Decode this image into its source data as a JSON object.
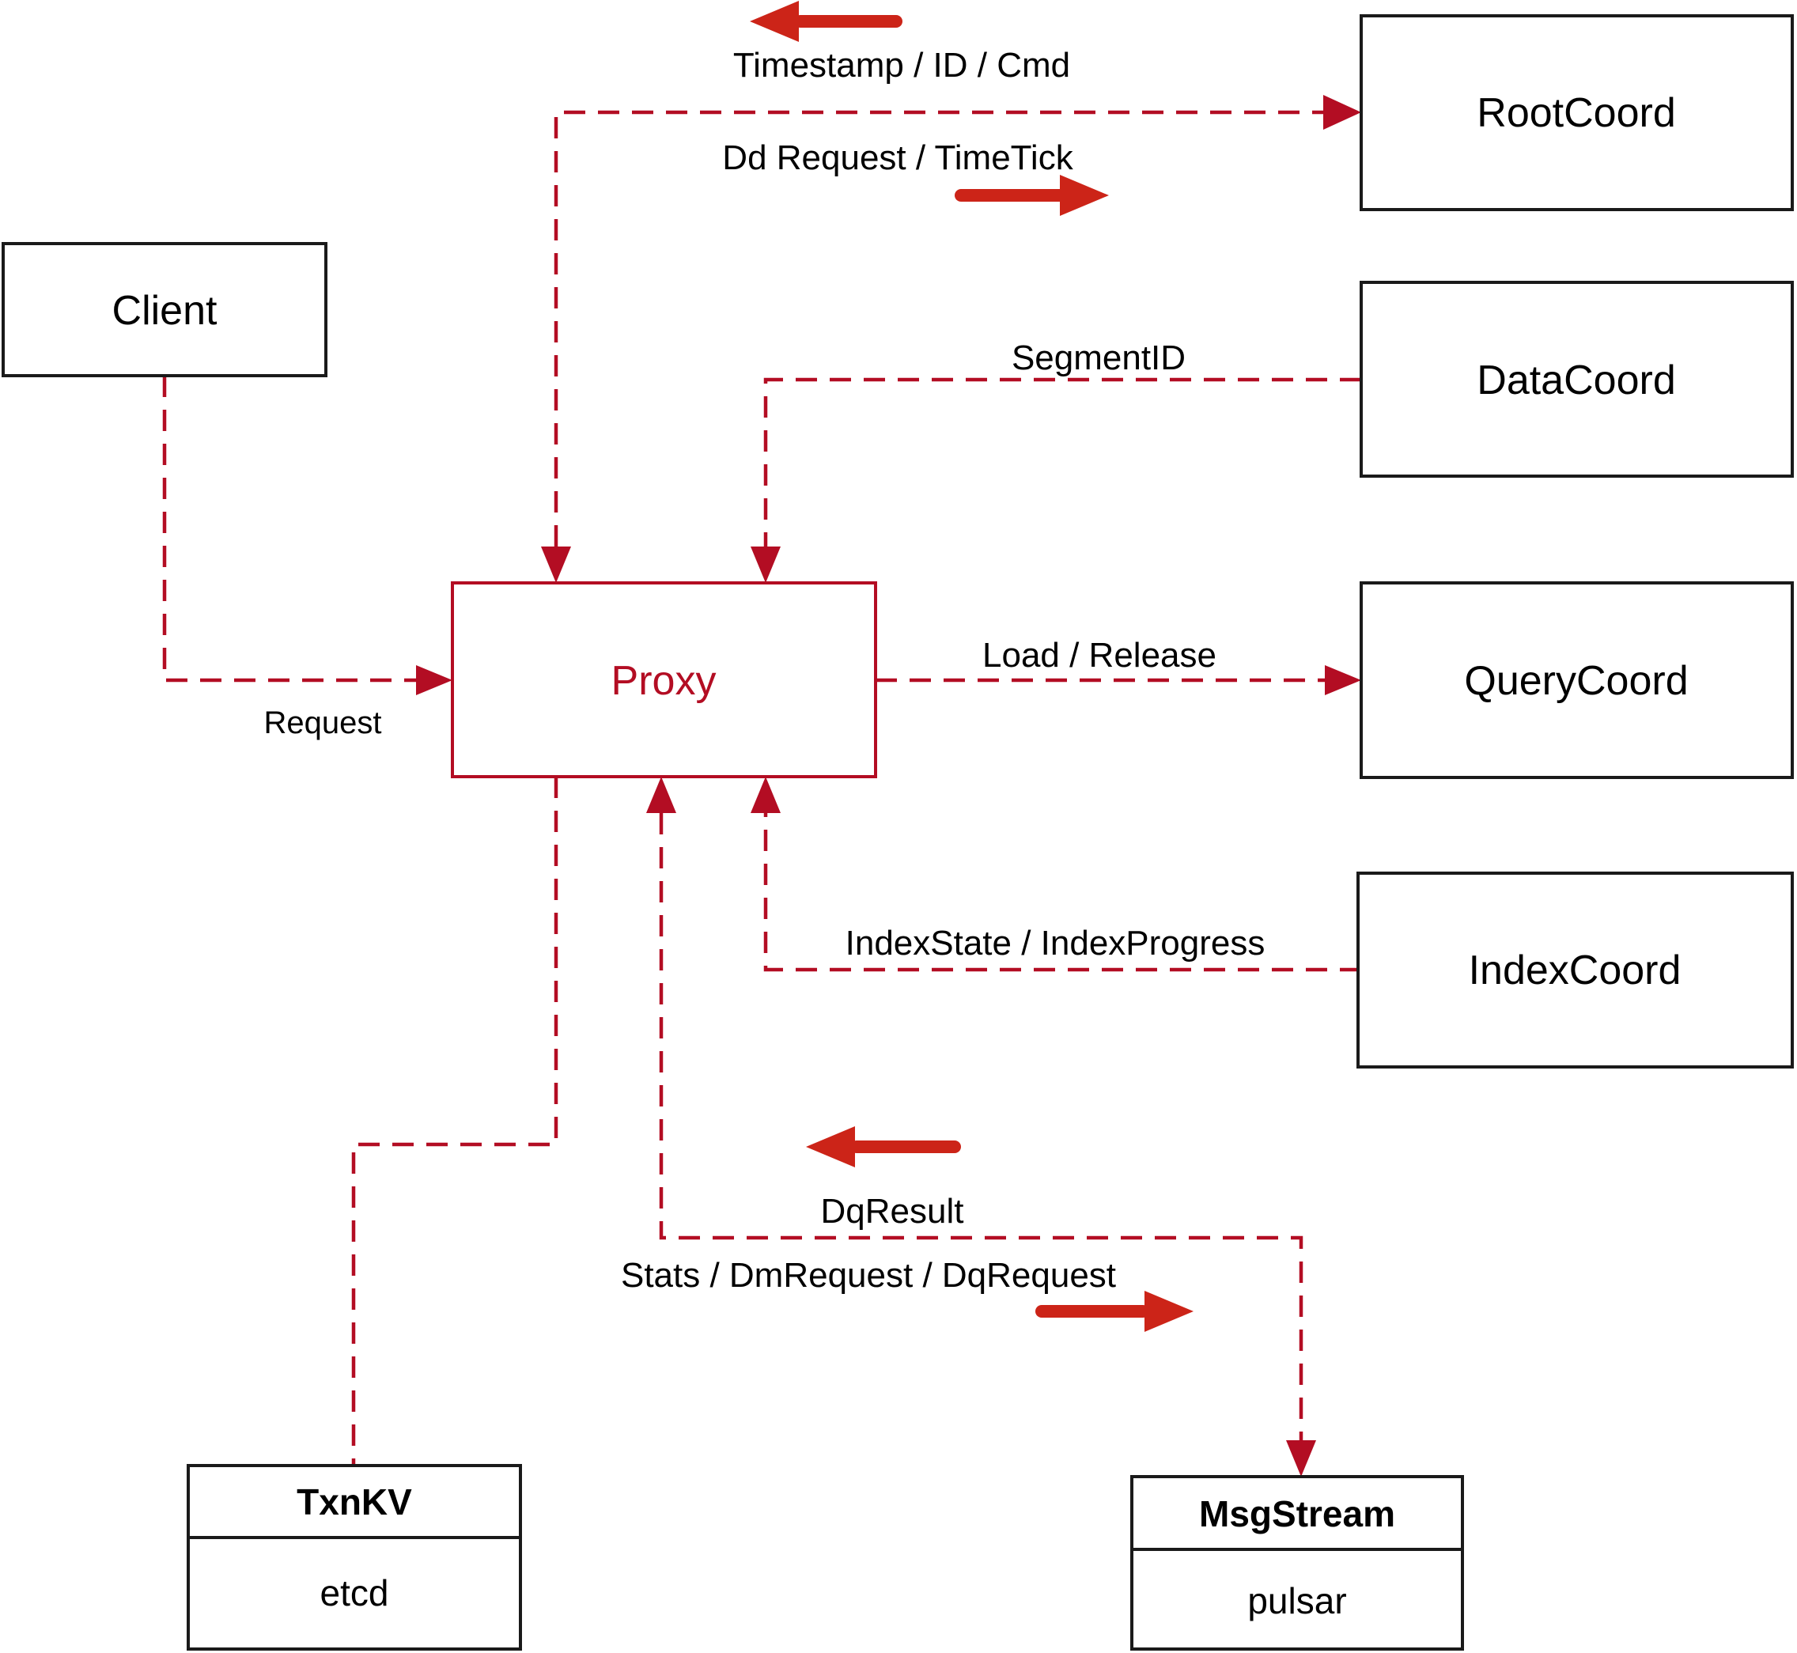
{
  "colors": {
    "line_red": "#b30d23",
    "arrow_red": "#cc2418",
    "box_border": "#1a1a1a",
    "text": "#000000",
    "bg": "#ffffff"
  },
  "nodes": {
    "client": {
      "label": "Client"
    },
    "proxy": {
      "label": "Proxy"
    },
    "root_coord": {
      "label": "RootCoord"
    },
    "data_coord": {
      "label": "DataCoord"
    },
    "query_coord": {
      "label": "QueryCoord"
    },
    "index_coord": {
      "label": "IndexCoord"
    },
    "txn_kv": {
      "title": "TxnKV",
      "subtitle": "etcd"
    },
    "msg_stream": {
      "title": "MsgStream",
      "subtitle": "pulsar"
    }
  },
  "edges": {
    "root": {
      "label_top": "Timestamp / ID / Cmd",
      "label_bottom": "Dd Request / TimeTick"
    },
    "data": {
      "label": "SegmentID"
    },
    "client": {
      "label": "Request"
    },
    "query": {
      "label": "Load / Release"
    },
    "index": {
      "label": "IndexState / IndexProgress"
    },
    "msg": {
      "label_top": "DqResult",
      "label_bottom": "Stats / DmRequest / DqRequest"
    }
  }
}
